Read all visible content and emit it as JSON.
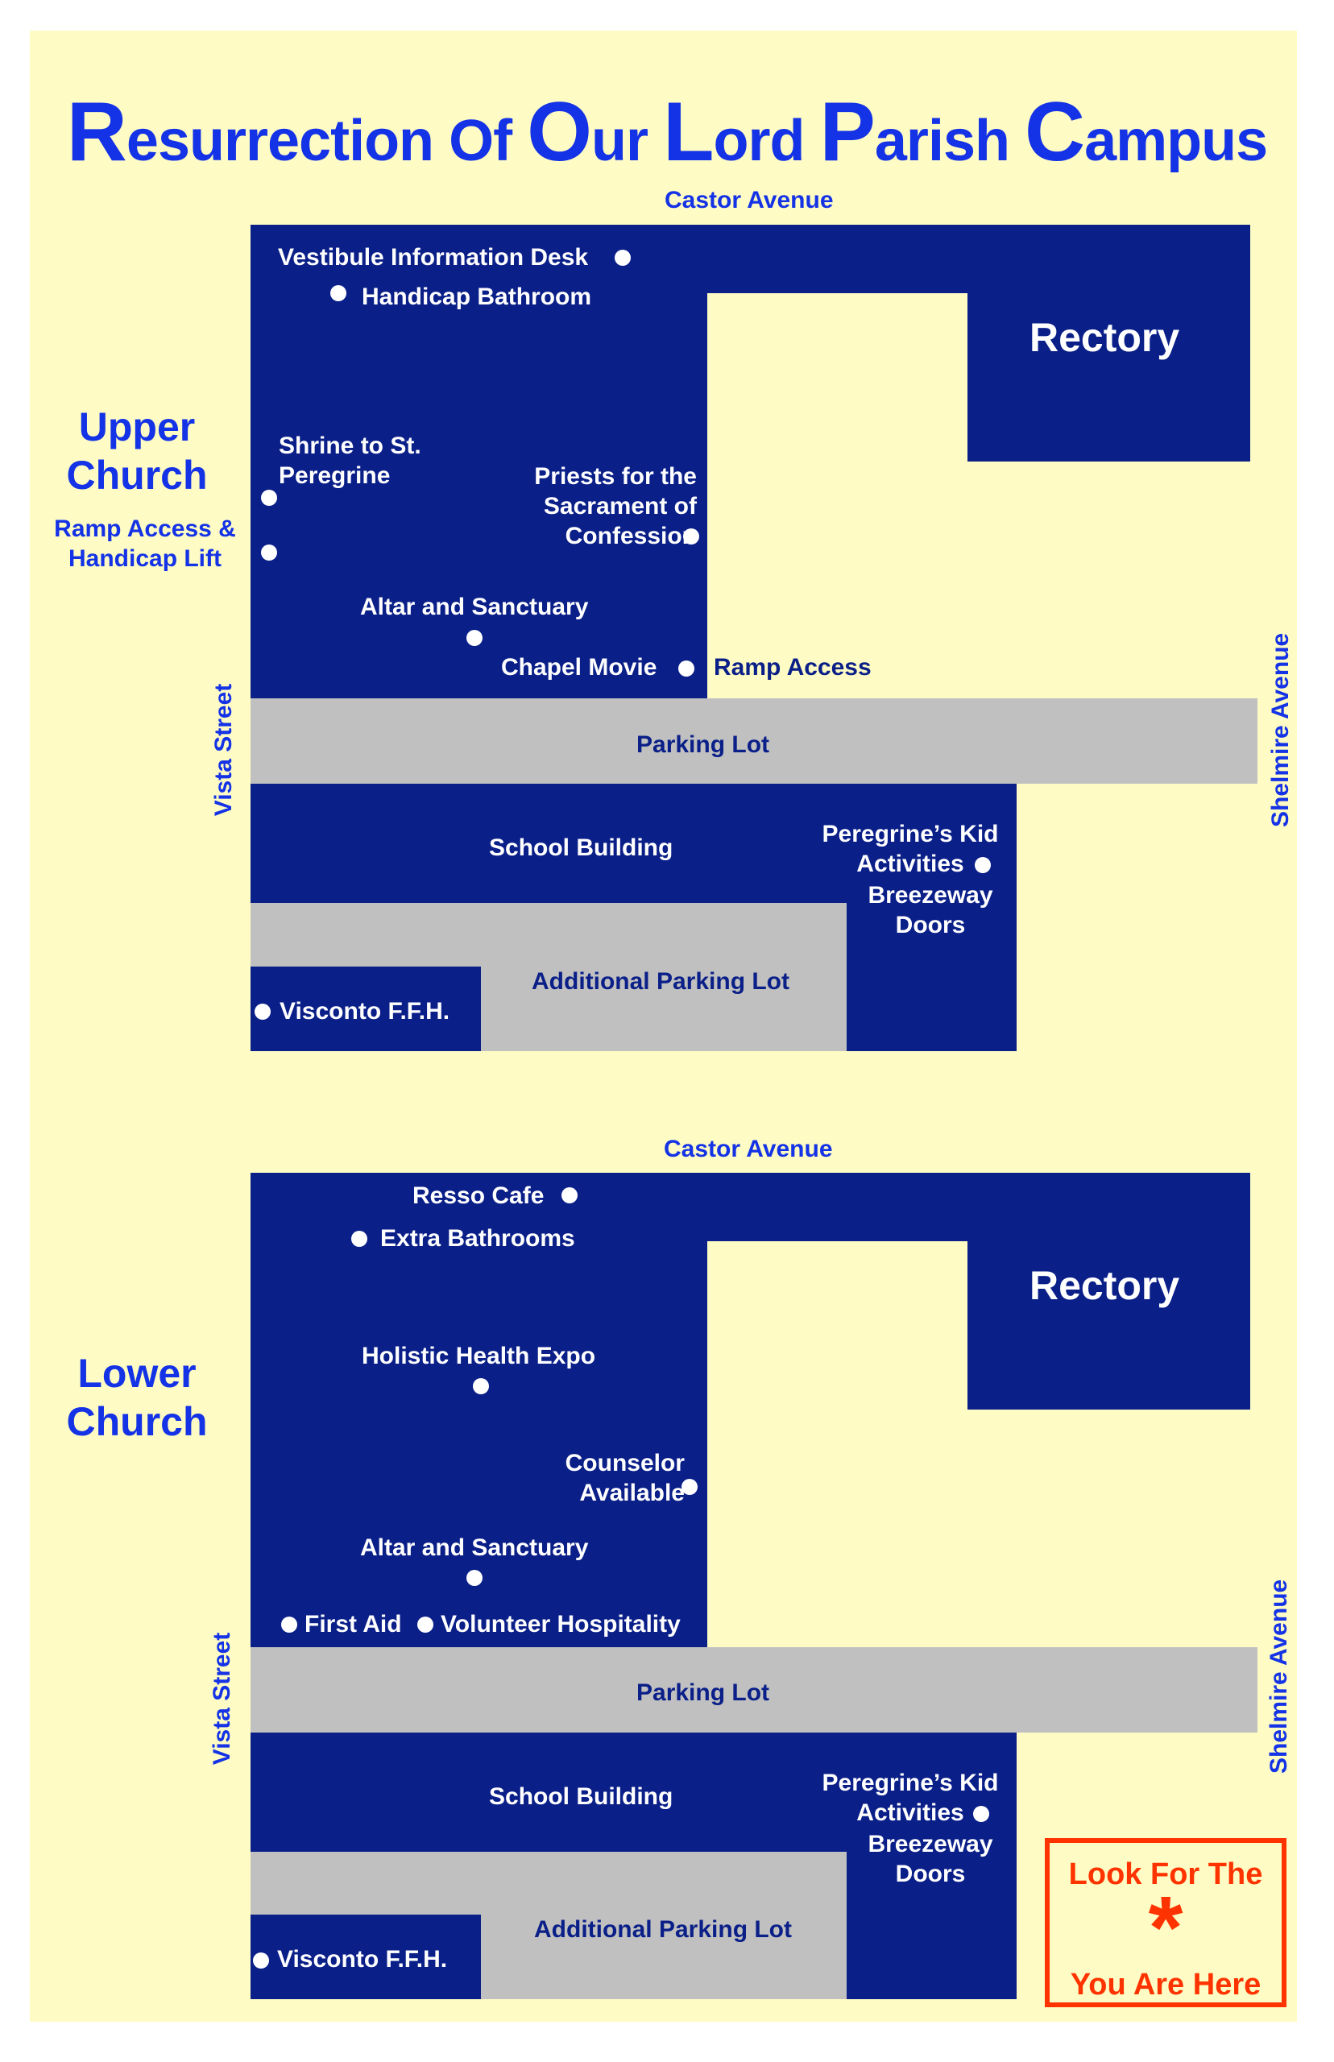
{
  "title": {
    "w1_cap": "R",
    "w1_rest": "esurrection",
    "w2": "Of",
    "w3_cap": "O",
    "w3_rest": "ur",
    "w4_cap": "L",
    "w4_rest": "ord",
    "w5_cap": "P",
    "w5_rest": "arish",
    "w6_cap": "C",
    "w6_rest": "ampus"
  },
  "colors": {
    "background": "#fefcc4",
    "building": "#0a1f88",
    "parking": "#c0c0c0",
    "heading_blue": "#1432e6",
    "legend_red": "#ff3300"
  },
  "upper": {
    "level_label": "Upper Church",
    "ramp_label_side": "Ramp Access & Handicap Lift",
    "streets": {
      "north": "Castor Avenue",
      "west": "Vista Street",
      "east": "Shelmire Avenue"
    },
    "rectory": "Rectory",
    "points": {
      "vestibule": "Vestibule Information Desk",
      "handicap_bathroom": "Handicap Bathroom",
      "shrine": "Shrine to St. Peregrine",
      "priests": "Priests for the Sacrament of Confession",
      "altar": "Altar and Sanctuary",
      "chapel_movie": "Chapel Movie",
      "ramp_access": "Ramp Access"
    },
    "parking": "Parking Lot",
    "school": "School Building",
    "kid_activities": "Peregrine’s Kid Activities",
    "breezeway": "Breezeway Doors",
    "additional_parking": "Additional Parking Lot",
    "visconto": "Visconto F.F.H."
  },
  "lower": {
    "level_label": "Lower Church",
    "streets": {
      "north": "Castor Avenue",
      "west": "Vista Street",
      "east": "Shelmire Avenue"
    },
    "rectory": "Rectory",
    "points": {
      "resso_cafe": "Resso Cafe",
      "extra_bathrooms": "Extra Bathrooms",
      "holistic": "Holistic Health Expo",
      "counselor": "Counselor Available",
      "altar": "Altar and Sanctuary",
      "first_aid": "First Aid",
      "volunteer": "Volunteer Hospitality"
    },
    "parking": "Parking Lot",
    "school": "School Building",
    "kid_activities": "Peregrine’s Kid Activities",
    "breezeway": "Breezeway Doors",
    "additional_parking": "Additional Parking Lot",
    "visconto": "Visconto F.F.H."
  },
  "legend": {
    "line1": "Look For The",
    "star": "*",
    "line2": "You Are Here"
  }
}
